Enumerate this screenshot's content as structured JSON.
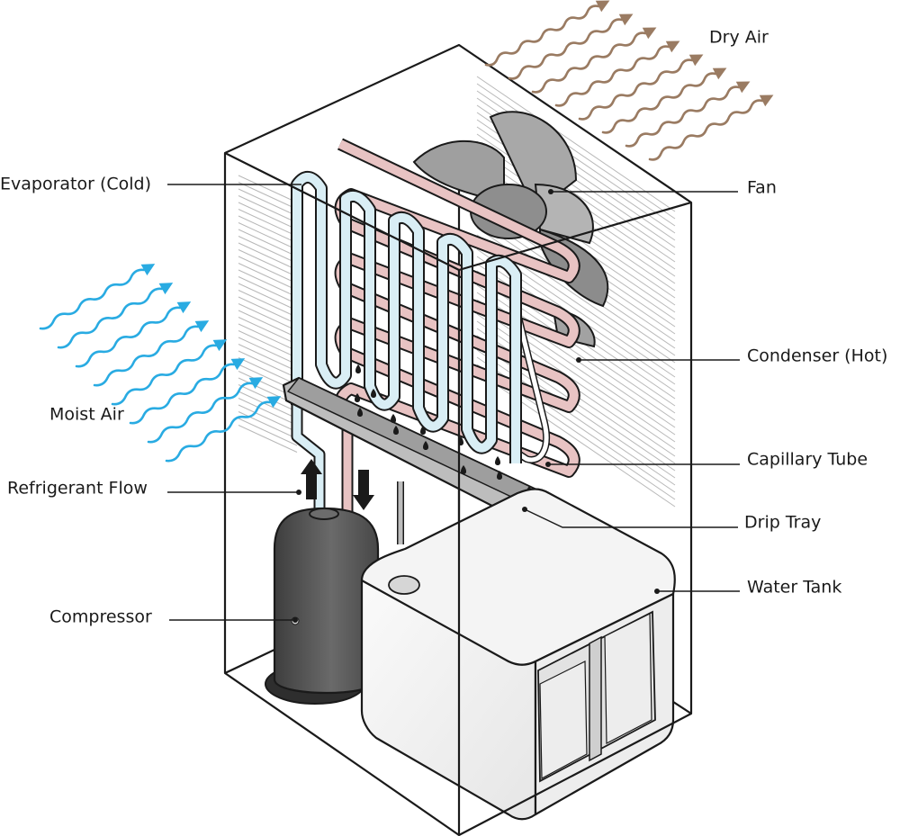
{
  "labels": {
    "evaporator": "Evaporator (Cold)",
    "moist_air": "Moist Air",
    "refrigerant_flow": "Refrigerant Flow",
    "compressor": "Compressor",
    "dry_air": "Dry Air",
    "fan": "Fan",
    "condenser": "Condenser (Hot)",
    "capillary_tube": "Capillary Tube",
    "drip_tray": "Drip Tray",
    "water_tank": "Water Tank"
  },
  "colors": {
    "moist_air": "#29abe2",
    "dry_air": "#9a7b62",
    "evaporator_pipe": "#d9eef5",
    "condenser_pipe": "#e8c3c3",
    "tank": "#f3f3f3",
    "compressor": "#555555",
    "fan": "#9a9a9a",
    "tray": "#c9c9c9"
  },
  "icons": {
    "moist_air": "wavy-arrow-icon",
    "dry_air": "wavy-arrow-icon",
    "up": "up-arrow-icon",
    "down": "down-arrow-icon"
  }
}
